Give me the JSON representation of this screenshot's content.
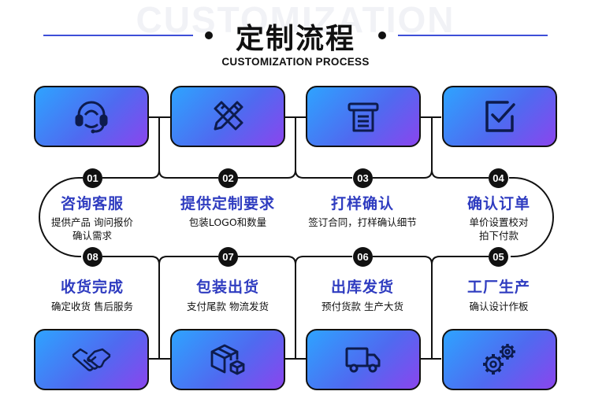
{
  "header": {
    "watermark": "CUSTOMIZATION",
    "title": "定制流程",
    "subtitle": "CUSTOMIZATION PROCESS"
  },
  "colors": {
    "accent": "#2f3cc0",
    "line": "#3d4fd8",
    "card_gradient": [
      "#2ea3ff",
      "#4f6af0",
      "#8a45ee"
    ]
  },
  "steps": [
    {
      "num": "01",
      "title": "咨询客服",
      "desc1": "提供产品 询问报价",
      "desc2": "确认需求",
      "icon": "headset-icon"
    },
    {
      "num": "02",
      "title": "提供定制要求",
      "desc1": "包装LOGO和数量",
      "desc2": "",
      "icon": "pencil-ruler-icon"
    },
    {
      "num": "03",
      "title": "打样确认",
      "desc1": "签订合同，打样确认细节",
      "desc2": "",
      "icon": "receipt-icon"
    },
    {
      "num": "04",
      "title": "确认订单",
      "desc1": "单价设置校对",
      "desc2": "拍下付款",
      "icon": "checkbox-icon"
    },
    {
      "num": "05",
      "title": "工厂生产",
      "desc1": "确认设计作板",
      "desc2": "",
      "icon": "gears-icon"
    },
    {
      "num": "06",
      "title": "出库发货",
      "desc1": "预付货款 生产大货",
      "desc2": "",
      "icon": "truck-icon"
    },
    {
      "num": "07",
      "title": "包装出货",
      "desc1": "支付尾款 物流发货",
      "desc2": "",
      "icon": "package-icon"
    },
    {
      "num": "08",
      "title": "收货完成",
      "desc1": "确定收货 售后服务",
      "desc2": "",
      "icon": "handshake-icon"
    }
  ]
}
